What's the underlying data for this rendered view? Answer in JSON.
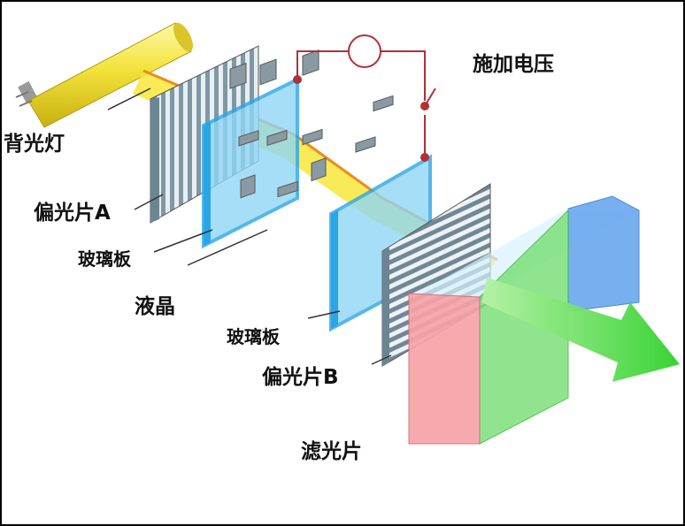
{
  "labels": {
    "backlight": "背光灯",
    "polarizer_a": "偏光片A",
    "glass_1": "玻璃板",
    "liquid_crystal": "液晶",
    "glass_2": "玻璃板",
    "polarizer_b": "偏光片B",
    "filter": "滤光片",
    "voltage": "施加电压"
  },
  "colors": {
    "glass": "#8fd6f5",
    "glass_edge": "#2aa6e6",
    "polarizer": "#9fb8c4",
    "light_beam": "#f7e83a",
    "filter_red": "#f6a3a8",
    "filter_green": "#7de07a",
    "filter_blue": "#6aa8ee",
    "arrow": "#35d43a",
    "wire": "#b0303a"
  }
}
